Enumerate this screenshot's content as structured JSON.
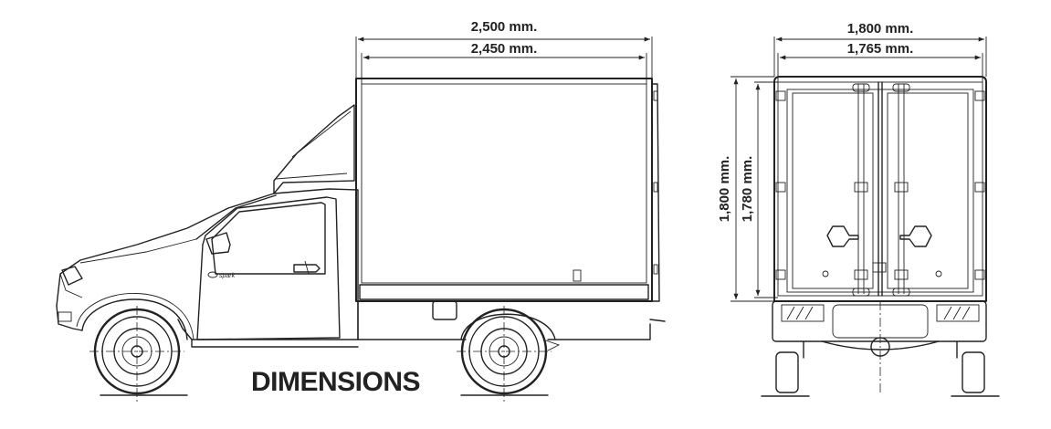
{
  "title": "DIMENSIONS",
  "side_view": {
    "overall_length_label": "2,500 mm.",
    "inner_length_label": "2,450 mm."
  },
  "rear_view": {
    "overall_width_label": "1,800 mm.",
    "inner_width_label": "1,765 mm.",
    "overall_height_label": "1,800 mm.",
    "inner_height_label": "1,780 mm."
  },
  "door_badge_text": "spark"
}
